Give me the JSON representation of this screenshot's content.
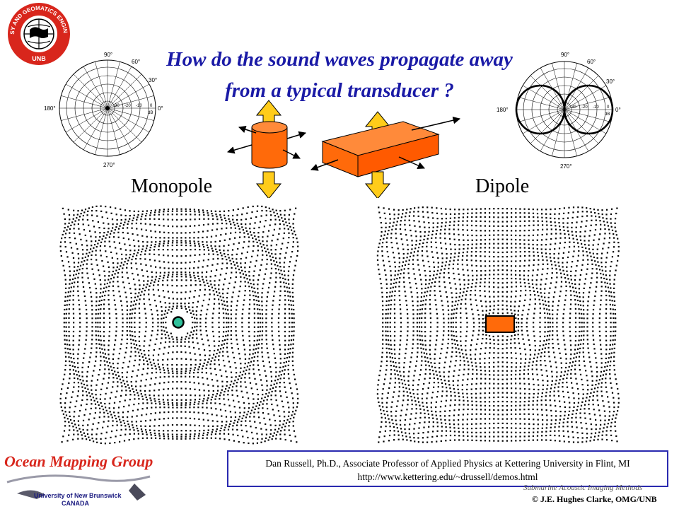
{
  "slide": {
    "title_line1": "How do the sound waves propagate away",
    "title_line2": "from a typical transducer ?",
    "monopole_label": "Monopole",
    "dipole_label": "Dipole"
  },
  "logo": {
    "ring_text": "GEODESY AND GEOMATICS ENGINEERING",
    "bottom_text": "UNB",
    "color": "#d8261c"
  },
  "polar_monopole": {
    "angle_labels": [
      "90°",
      "60°",
      "30°",
      "0°",
      "180°",
      "270°"
    ],
    "db_labels": [
      "-30",
      "-20",
      "-10",
      "0",
      "dB"
    ]
  },
  "polar_dipole": {
    "angle_labels": [
      "90°",
      "60°",
      "30°",
      "0°",
      "180°",
      "270°"
    ],
    "db_labels": [
      "-30",
      "-20",
      "-10",
      "0",
      "dB"
    ]
  },
  "colors": {
    "title": "#1a1aa6",
    "transducer": "#ff6a0a",
    "arrow_yellow": "#ffcc1a",
    "monopole_source": "#2fc09a",
    "omg_red": "#d8261c",
    "citation_border": "#2a2ab0"
  },
  "footer": {
    "group_name": "Ocean Mapping Group",
    "university": "University of New Brunswick",
    "country": "CANADA",
    "course": "Submarine Acoustic Imaging Methods",
    "copyright": "© J.E. Hughes Clarke, OMG/UNB"
  },
  "citation": {
    "line1": "Dan Russell, Ph.D., Associate Professor of Applied Physics at Kettering University in Flint, MI",
    "line2": "http://www.kettering.edu/~drussell/demos.html"
  }
}
